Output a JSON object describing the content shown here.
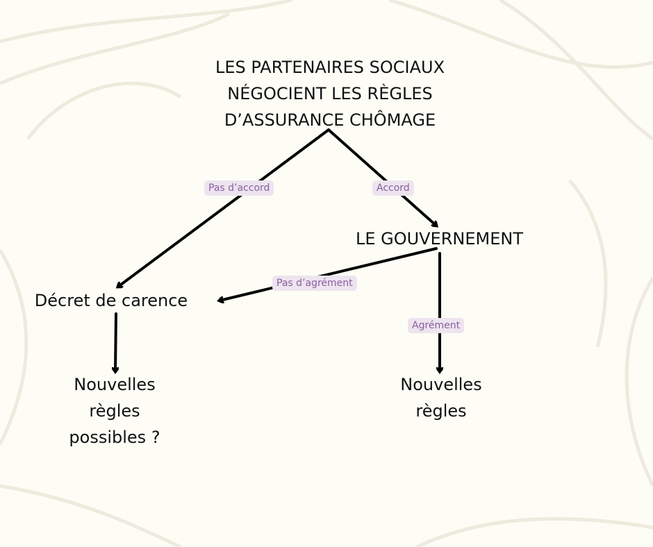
{
  "colors": {
    "background": "#fdfdf5",
    "arrow": "#000000",
    "tag_bg": "#ede4ef",
    "tag_text": "#8a5fa0"
  },
  "nodes": {
    "top": [
      "LES PARTENAIRES SOCIAUX",
      "NÉGOCIENT LES RÈGLES",
      "D’ASSURANCE CHÔMAGE"
    ],
    "gouvernement": "LE GOUVERNEMENT",
    "decret": "Décret de carence",
    "left_result": [
      "Nouvelles",
      "règles",
      "possibles ?"
    ],
    "right_result": [
      "Nouvelles",
      "règles"
    ]
  },
  "edges": {
    "pas_accord": "Pas d’accord",
    "accord": "Accord",
    "pas_agrement": "Pas d’agrément",
    "agrement": "Agrément"
  }
}
